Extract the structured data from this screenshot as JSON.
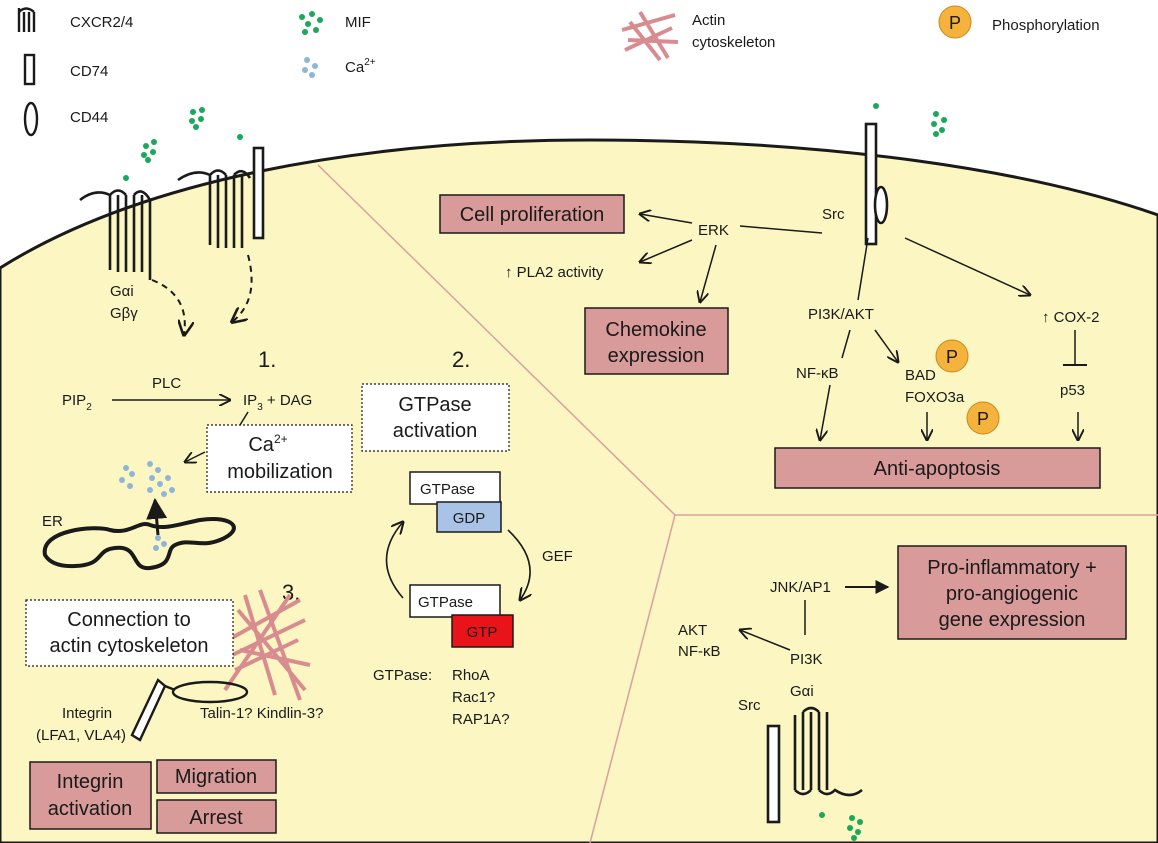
{
  "legend": {
    "receptor_cxcr": "CXCR2/4",
    "receptor_cd74": "CD74",
    "receptor_cd44": "CD44",
    "mif": "MIF",
    "ca": "Ca",
    "ca_sup": "2+",
    "actin_line1": "Actin",
    "actin_line2": "cytoskeleton",
    "phos_symbol": "P",
    "phosphorylation": "Phosphorylation"
  },
  "left": {
    "gai": "Gαi",
    "gbg": "Gβγ",
    "step1": "1.",
    "step2": "2.",
    "step3": "3.",
    "pip": "PIP",
    "pip_sub": "2",
    "plc": "PLC",
    "ip": "IP",
    "ip_sub": "3",
    "dag": " + DAG",
    "ca_box_1": "Ca",
    "ca_box_sup": "2+",
    "ca_box_2": "mobilization",
    "er": "ER",
    "gtpase_box_1": "GTPase",
    "gtpase_box_2": "activation",
    "gtpase_top": "GTPase",
    "gdp": "GDP",
    "gef": "GEF",
    "gtpase_bottom": "GTPase",
    "gtp": "GTP",
    "gtpase_list_label": "GTPase:",
    "gtpase_list": [
      "RhoA",
      "Rac1?",
      "RAP1A?"
    ],
    "actin_box_1": "Connection to",
    "actin_box_2": "actin cytoskeleton",
    "talin": "Talin-1? Kindlin-3?",
    "integrin_1": "Integrin",
    "integrin_2": "(LFA1, VLA4)",
    "integrin_act_1": "Integrin",
    "integrin_act_2": "activation",
    "migration": "Migration",
    "arrest": "Arrest"
  },
  "upper_right": {
    "src": "Src",
    "erk": "ERK",
    "cell_prolif": "Cell proliferation",
    "pla2": "↑ PLA2 activity",
    "chemokine_1": "Chemokine",
    "chemokine_2": "expression",
    "pi3k_akt": "PI3K/AKT",
    "cox2": "↑ COX-2",
    "nfkb": "NF-κB",
    "bad": "BAD",
    "foxo": "FOXO3a",
    "p53": "p53",
    "anti_apoptosis": "Anti-apoptosis",
    "p1": "P",
    "p2": "P"
  },
  "lower_right": {
    "jnk": "JNK/AP1",
    "pro_1": "Pro-inflammatory +",
    "pro_2": "pro-angiogenic",
    "pro_3": "gene expression",
    "akt": "AKT",
    "nfkb": "NF-κB",
    "pi3k": "PI3K",
    "src": "Src",
    "gai": "Gαi"
  },
  "colors": {
    "cell_fill": "#fbf6c2",
    "pink_box": "#d99a9a",
    "divider": "#d9a0a0",
    "mif_green": "#1aa85a",
    "ca_blue": "#8fb6d9",
    "phos_orange": "#f5b23c",
    "actin_pink": "#d98c90",
    "gdp_blue": "#a9c3e6",
    "gtp_red": "#e8141a"
  }
}
